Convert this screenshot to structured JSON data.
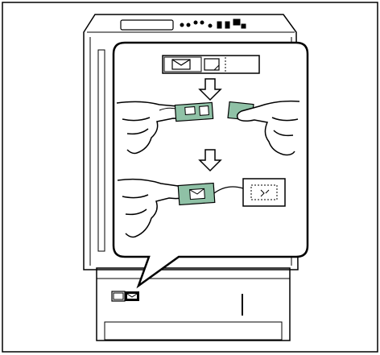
{
  "figure": {
    "kind": "printer-paper-size-label-illustration",
    "printer": {
      "control_panel_icons": [
        "display-window",
        "indicator-dots",
        "control-buttons"
      ],
      "cassette_label": [
        "paper-icon",
        "envelope-icon"
      ]
    },
    "callout": {
      "steps": [
        {
          "step": 1,
          "content": "label-strip",
          "icons": [
            "envelope-icon",
            "paper-icon"
          ]
        },
        {
          "step": 2,
          "content": "tear-label-apart"
        },
        {
          "step": 3,
          "content": "insert-envelope-label"
        }
      ]
    },
    "colors": {
      "label_green": "#8fc1a6",
      "line": "#000000",
      "background": "#ffffff",
      "frame_border": "#000000"
    }
  }
}
